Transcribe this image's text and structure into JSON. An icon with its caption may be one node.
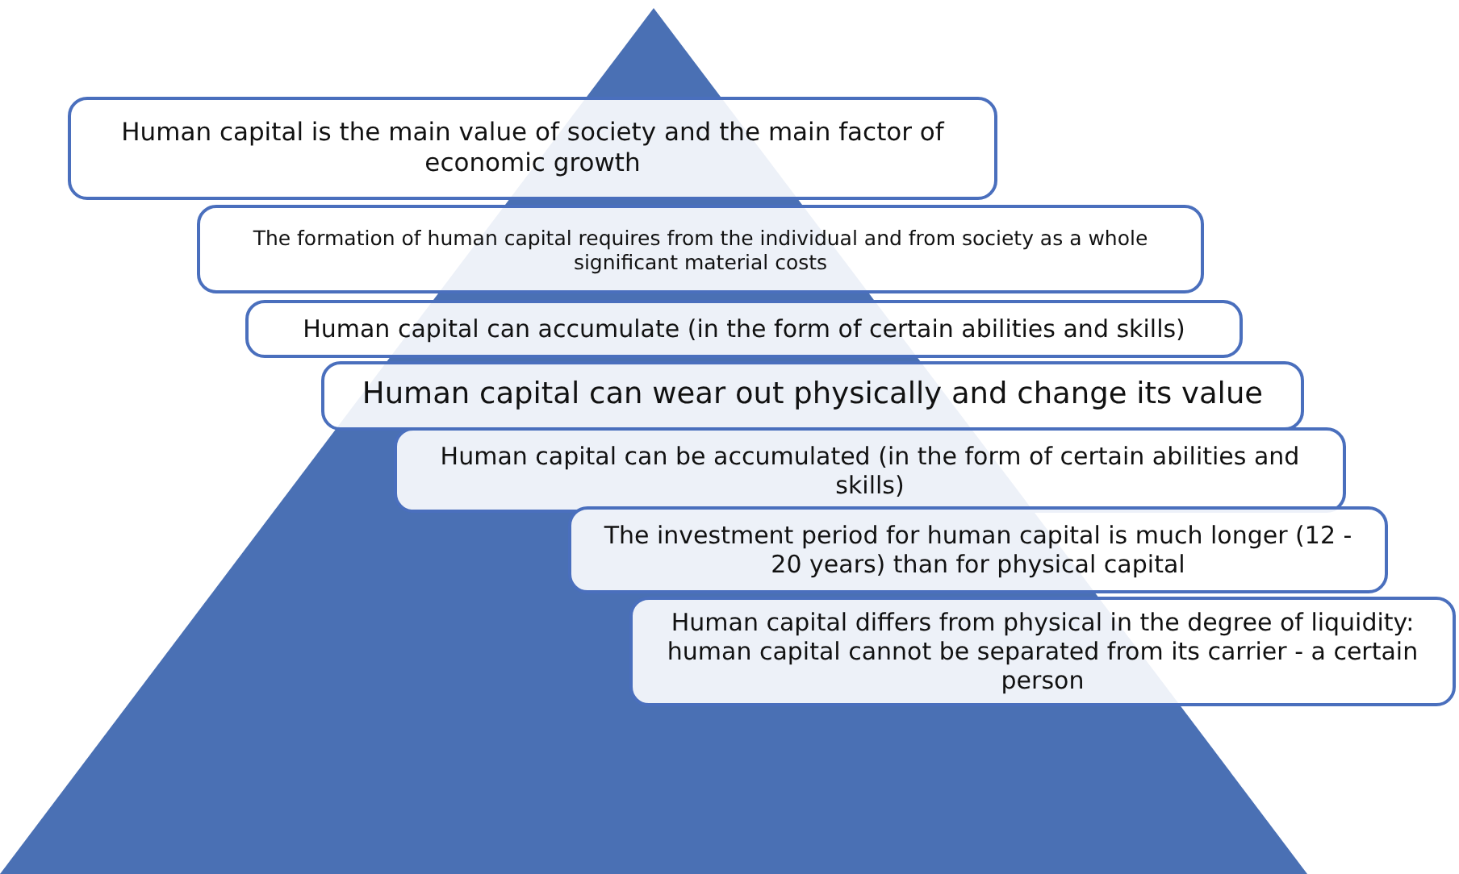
{
  "diagram": {
    "nodes": [
      {
        "text": [
          "Human capital is the main value of society and the main factor of economic growth"
        ]
      },
      {
        "text": [
          "The formation of human capital requires from the individual and from society as a whole significant material costs"
        ]
      },
      {
        "text": [
          "Human capital can accumulate (in the form of certain abilities and skills)"
        ]
      },
      {
        "text": [
          "Human capital can wear out physically and change its value"
        ]
      },
      {
        "text": [
          "Human capital can be accumulated (in the form of certain abilities and skills)"
        ]
      },
      {
        "text": [
          "The investment period for human capital is much longer (12 - 20 years) than for physical capital"
        ]
      },
      {
        "text": [
          "Human capital differs from physical in the degree of liquidity: human capital cannot be separated from its carrier - a certain person"
        ]
      }
    ]
  }
}
